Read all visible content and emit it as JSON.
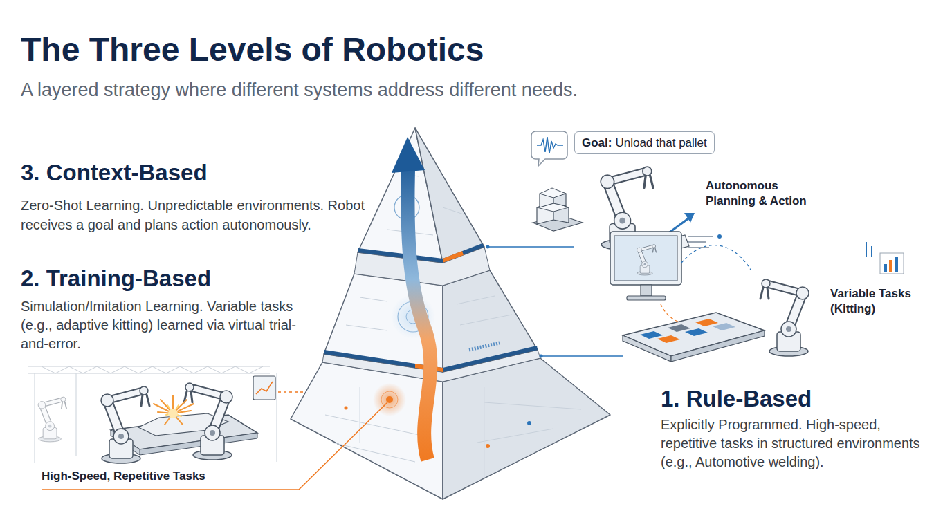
{
  "diagram": {
    "title": "The Three Levels of Robotics",
    "nodes": [
      {
        "text": [
          "Goal:",
          "Unload that pallet"
        ]
      }
    ],
    "labels": [
      "A layered strategy where different systems address different needs.",
      "3. Context-Based",
      "Zero-Shot Learning. Unpredictable environments. Robot receives a goal and plans action autonomously.",
      "Autonomous Planning & Action",
      "2. Training-Based",
      "Simulation/Imitation Learning. Variable tasks (e.g., adaptive kitting) learned via virtual trial-and-error.",
      "Variable Tasks (Kitting)",
      "High-Speed, Repetitive Tasks",
      "1. Rule-Based",
      "Explicitly Programmed. High-speed, repetitive tasks in structured environments (e.g., Automotive welding)."
    ]
  }
}
